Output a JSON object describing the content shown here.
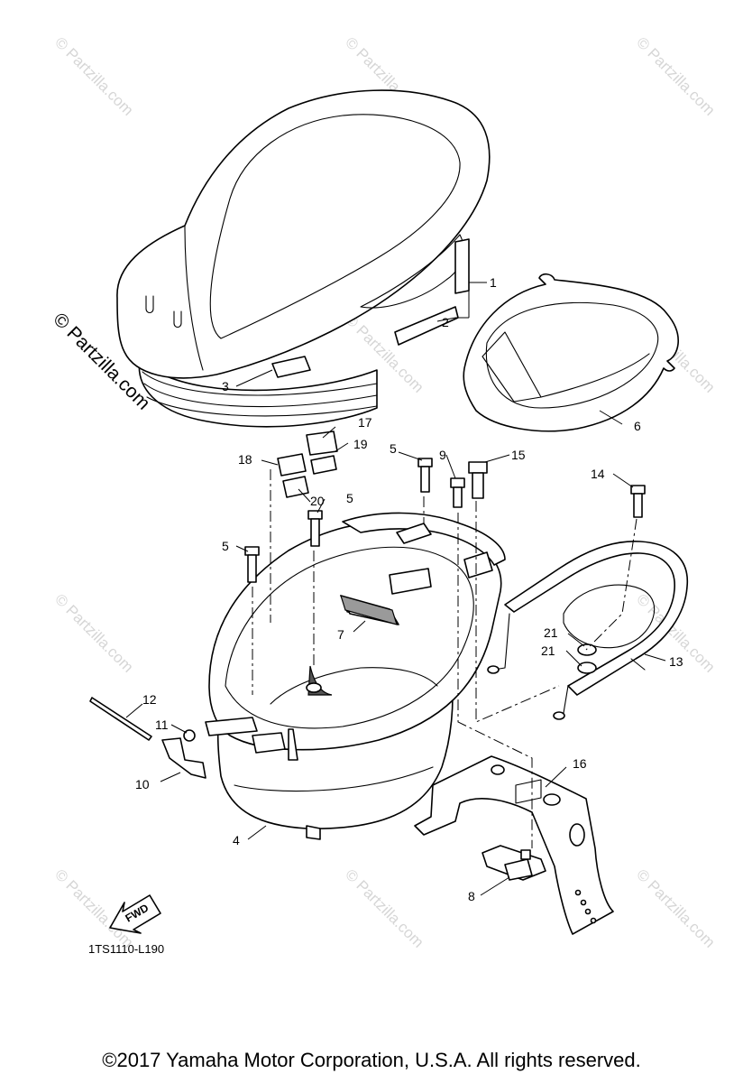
{
  "diagram": {
    "part_numbers": [
      "1",
      "2",
      "3",
      "4",
      "5",
      "5",
      "5",
      "6",
      "7",
      "8",
      "9",
      "10",
      "11",
      "12",
      "13",
      "14",
      "15",
      "16",
      "17",
      "18",
      "19",
      "20",
      "21",
      "21"
    ],
    "figure_code": "1TS1110-L190",
    "fwd_label": "FWD",
    "watermark_text": "© Partzilla.com",
    "watermark_large": "© Partzilla.com"
  },
  "footer": {
    "copyright": "©2017 Yamaha Motor Corporation, U.S.A. All rights reserved."
  }
}
